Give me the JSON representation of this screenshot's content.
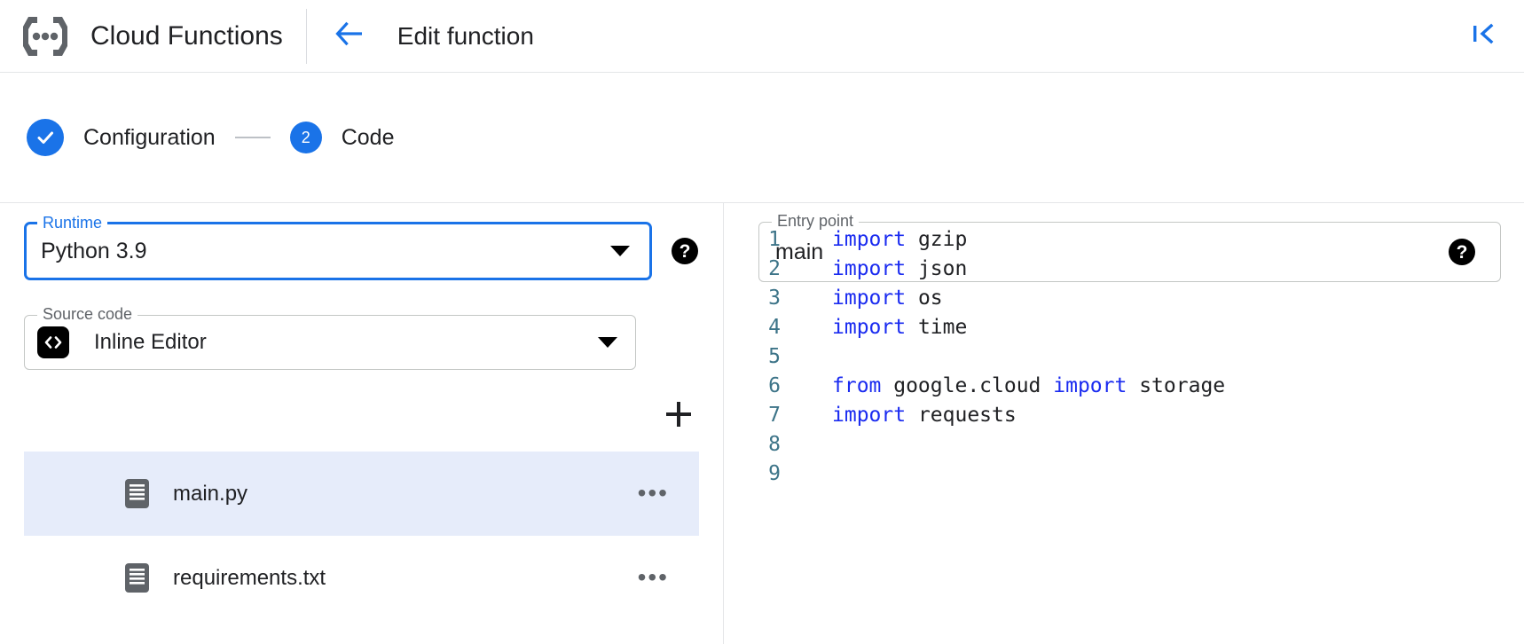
{
  "header": {
    "brand_title": "Cloud Functions",
    "brand_logo_icon": "cloud-functions-logo-icon",
    "back_icon": "arrow-left-icon",
    "page_title": "Edit function",
    "collapse_icon": "first-page-icon"
  },
  "stepper": {
    "steps": [
      {
        "marker": "✓",
        "label": "Configuration",
        "state": "complete"
      },
      {
        "marker": "2",
        "label": "Code",
        "state": "active"
      }
    ]
  },
  "form": {
    "runtime": {
      "legend": "Runtime",
      "value": "Python 3.9",
      "focused": true,
      "help_icon": "help-circle-icon",
      "caret_icon": "chevron-down-icon"
    },
    "entry_point": {
      "legend": "Entry point",
      "value": "main",
      "placeholder": "main",
      "help_icon": "help-circle-icon"
    },
    "source_code": {
      "legend": "Source code",
      "value": "Inline Editor",
      "badge_icon": "code-brackets-icon",
      "caret_icon": "chevron-down-icon"
    }
  },
  "files": {
    "add_label": "+",
    "add_icon": "plus-icon",
    "menu_glyph": "•••",
    "items": [
      {
        "name": "main.py",
        "icon": "file-icon",
        "selected": true
      },
      {
        "name": "requirements.txt",
        "icon": "file-icon",
        "selected": false
      }
    ]
  },
  "editor": {
    "lines": [
      {
        "n": "1",
        "tokens": [
          {
            "t": "import",
            "k": true
          },
          {
            "t": " gzip",
            "k": false
          }
        ]
      },
      {
        "n": "2",
        "tokens": [
          {
            "t": "import",
            "k": true
          },
          {
            "t": " json",
            "k": false
          }
        ]
      },
      {
        "n": "3",
        "tokens": [
          {
            "t": "import",
            "k": true
          },
          {
            "t": " os",
            "k": false
          }
        ]
      },
      {
        "n": "4",
        "tokens": [
          {
            "t": "import",
            "k": true
          },
          {
            "t": " time",
            "k": false
          }
        ]
      },
      {
        "n": "5",
        "tokens": []
      },
      {
        "n": "6",
        "tokens": [
          {
            "t": "from",
            "k": true
          },
          {
            "t": " google.cloud ",
            "k": false
          },
          {
            "t": "import",
            "k": true
          },
          {
            "t": " storage",
            "k": false
          }
        ]
      },
      {
        "n": "7",
        "tokens": [
          {
            "t": "import",
            "k": true
          },
          {
            "t": " requests",
            "k": false
          }
        ]
      },
      {
        "n": "8",
        "tokens": []
      },
      {
        "n": "9",
        "tokens": []
      }
    ]
  },
  "colors": {
    "accent": "#1a73e8",
    "keyword": "#1a2bf0",
    "gutter": "#3d7488",
    "selected_row": "#e6ecfa",
    "border": "#c4c7c5",
    "text": "#202124"
  }
}
